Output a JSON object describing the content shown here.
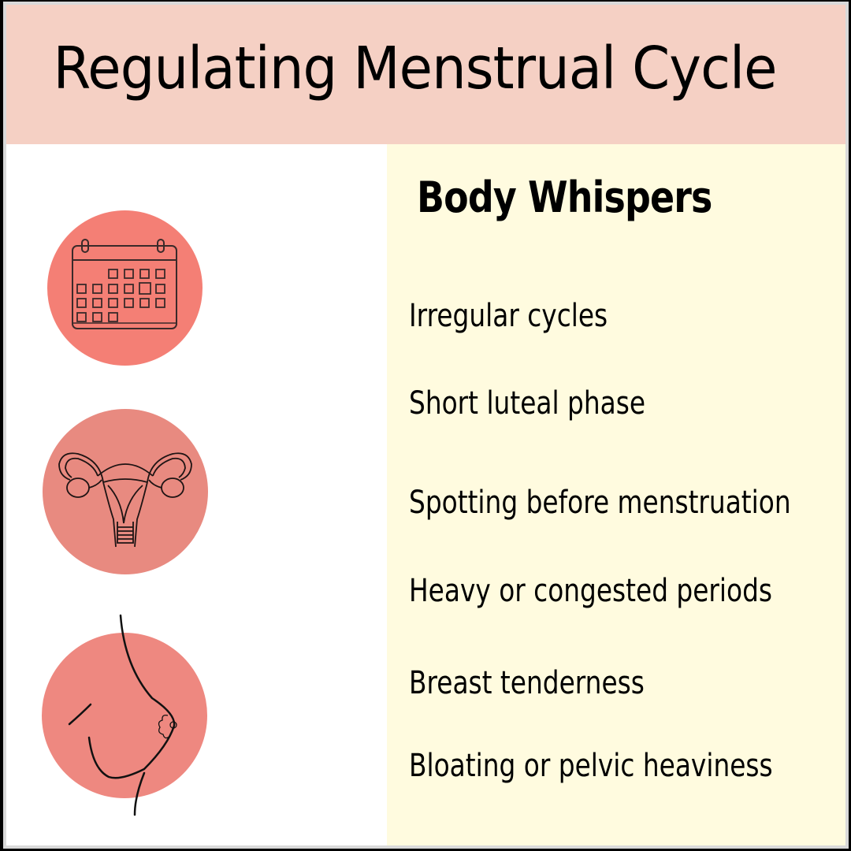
{
  "header": {
    "title": "Regulating Menstrual Cycle",
    "background_color": "#f5d0c4"
  },
  "icons": [
    {
      "name": "calendar-icon",
      "circle_color": "#f47f75"
    },
    {
      "name": "uterus-icon",
      "circle_color": "#e88a80"
    },
    {
      "name": "breast-icon",
      "circle_color": "#ee8880"
    }
  ],
  "panel": {
    "background_color": "#fffbdf",
    "title": "Body Whispers",
    "items": [
      "Irregular cycles",
      "Short luteal phase",
      "Spotting before menstruation",
      "Heavy or congested periods",
      "Breast tenderness",
      "Bloating or pelvic heaviness"
    ]
  }
}
